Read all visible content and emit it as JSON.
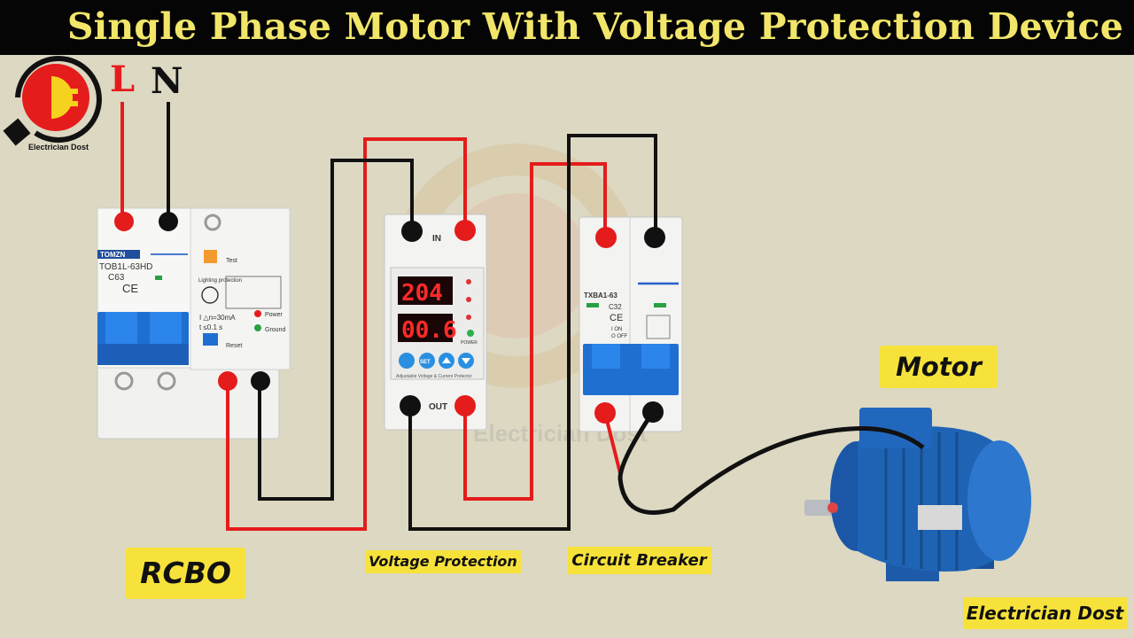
{
  "title": "Single Phase Motor With Voltage Protection Device",
  "logo": {
    "brand_text": "Electrician Dost"
  },
  "supply": {
    "line": "L",
    "neutral": "N"
  },
  "rcbo": {
    "brand": "TOMZN",
    "model": "TOB1L-63HD",
    "rating": "C63",
    "test_label": "Test",
    "reset_label": "Reset",
    "power_label": "Power",
    "ground_label": "Ground",
    "lightning_label": "Lighting protection",
    "sensitivity": "I △n=30mA",
    "trip_time": "t ≤0.1 s"
  },
  "voltage_protector": {
    "in_label": "IN",
    "out_label": "OUT",
    "voltage_reading": "204",
    "current_reading": "00.6",
    "set_label": "SET",
    "footer_text": "Adjustable Voltage & Current Protector",
    "power_label": "POWER"
  },
  "circuit_breaker": {
    "model": "TXBA1-63",
    "rating": "C32",
    "on_label": "I ON",
    "off_label": "O OFF"
  },
  "labels": {
    "rcbo": "RCBO",
    "voltage_protection": "Voltage Protection",
    "circuit_breaker": "Circuit Breaker",
    "motor": "Motor",
    "watermark": "Electrician Dost"
  },
  "colors": {
    "background": "#dcd8c2",
    "title_bar": "#050505",
    "title_text": "#f2e66a",
    "label_bg": "#f6e23a",
    "live_wire": "#e51c1c",
    "neutral_wire": "#111111",
    "breaker_toggle": "#1f6fd1",
    "display_red": "#ff2a2a",
    "motor_blue": "#1f63b4"
  }
}
